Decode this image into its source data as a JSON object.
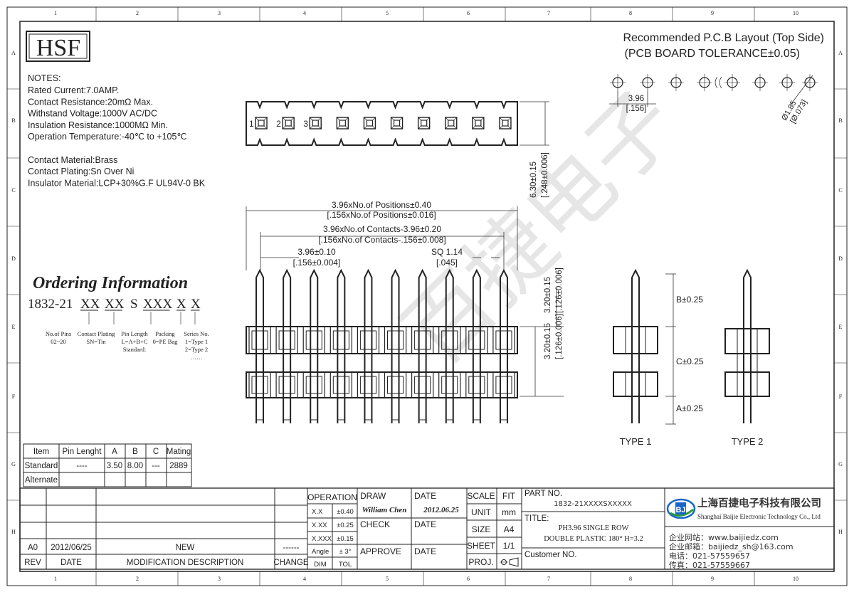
{
  "grid": {
    "cols": [
      "1",
      "2",
      "3",
      "4",
      "5",
      "6",
      "7",
      "8",
      "9",
      "10"
    ],
    "rows": [
      "A",
      "B",
      "C",
      "D",
      "E",
      "F",
      "G",
      "H"
    ]
  },
  "brand_logo": "HSF",
  "notes": {
    "heading": "NOTES:",
    "lines": [
      "Rated Current:7.0AMP.",
      "Contact Resistance:20mΩ Max.",
      "Withstand Voltage:1000V AC/DC",
      "Insulation Resistance:1000MΩ Min.",
      "Operation Temperature:-40℃ to +105℃",
      "",
      "Contact Material:Brass",
      "Contact Plating:Sn Over Ni",
      "Insulator Material:LCP+30%G.F UL94V-0 BK"
    ]
  },
  "ordering": {
    "title": "Ordering Information",
    "prefix": "1832-21",
    "segments": [
      "XX",
      "XX",
      "S",
      "XXX",
      "X",
      "X"
    ],
    "labels": [
      [
        "No.of Pins",
        "02~20"
      ],
      [
        "Contact Plating",
        "SN=Tin"
      ],
      [
        "Pin Length",
        "L=A+B+C",
        "Standard:"
      ],
      [
        "Packing",
        "0=PE Bag"
      ],
      [
        "Series No.",
        "1=Type 1",
        "2=Type 2",
        "……"
      ]
    ]
  },
  "pcb": {
    "title1": "Recommended P.C.B Layout (Top Side)",
    "title2": "(PCB BOARD TOLERANCE±0.05)",
    "pitch": "3.96",
    "pitch_in": "[.156]",
    "hole": "Ø1.85",
    "hole_in": "[Ø.073]"
  },
  "top_view": {
    "pin_numbers": [
      "1",
      "2",
      "3"
    ],
    "height": "6.30±0.15",
    "height_in": "[.248±0.006]"
  },
  "front_view": {
    "dim1": "3.96xNo.of Positions±0.40",
    "dim1_in": "[.156xNo.of Positions±0.016]",
    "dim2": "3.96xNo.of Contacts-3.96±0.20",
    "dim2_in": "[.156xNo.of Contacts-.156±0.008]",
    "dim3": "3.96±0.10",
    "dim3_in": "[.156±0.004]",
    "sq": "SQ 1.14",
    "sq_in": "[.045]",
    "h1": "3.20±0.15",
    "h1_in": "[.126±0.006]",
    "h2": "3.20±0.15",
    "h2_in": "[.126±0.006]"
  },
  "side_views": {
    "b": "B±0.25",
    "c": "C±0.25",
    "a": "A±0.25",
    "type1": "TYPE 1",
    "type2": "TYPE 2"
  },
  "pin_table": {
    "headers": [
      "Item",
      "Pin Lenght",
      "A",
      "B",
      "C",
      "Mating"
    ],
    "rows": [
      [
        "Standard",
        "----",
        "3.50",
        "8.00",
        "---",
        "2889"
      ],
      [
        "Alternate",
        "",
        "",
        "",
        "",
        ""
      ]
    ]
  },
  "revision": {
    "rev": "A0",
    "date": "2012/06/25",
    "desc": "NEW",
    "change": "------",
    "headers": [
      "REV",
      "DATE",
      "MODIFICATION  DESCRIPTION",
      "CHANGE"
    ]
  },
  "tolerance": {
    "header": "OPERATION",
    "rows": [
      [
        "X.X",
        "±0.40"
      ],
      [
        "X.XX",
        "±0.25"
      ],
      [
        "X.XXX",
        "±0.15"
      ],
      [
        "Angle",
        "± 3°"
      ]
    ],
    "foot": [
      "DIM",
      "TOL"
    ]
  },
  "approval": {
    "draw": "DRAW",
    "draw_name": "William Chen",
    "date": "DATE",
    "draw_date": "2012.06.25",
    "check": "CHECK",
    "approve": "APPROVE"
  },
  "scale": {
    "scale": "SCALE",
    "fit": "FIT",
    "unit": "UNIT",
    "mm": "mm",
    "size": "SIZE",
    "a4": "A4",
    "sheet": "SHEET",
    "sheet_val": "1/1",
    "proj": "PROJ."
  },
  "part": {
    "label": "PART NO.",
    "number": "1832-21XXXXSXXXXX",
    "title_label": "TITLE:",
    "title1": "PH3.96 SINGLE ROW",
    "title2": "DOUBLE PLASTIC 180°  H=3.2",
    "customer": "Customer NO."
  },
  "company": {
    "name_cn": "上海百捷电子科技有限公司",
    "name_en": "Shanghai Baijie Electronic Technology Co., Ltd",
    "web": "企业网站：www.baijiedz.com",
    "mail": "企业邮箱：baijiedz_sh@163.com",
    "tel": "电话：021-57559657",
    "fax": "传真：021-57559667",
    "watermark": "百捷电子"
  },
  "colors": {
    "logo_blue": "#1a66c8",
    "logo_green": "#2a9a3a",
    "watermark": "#cfcfcf"
  }
}
